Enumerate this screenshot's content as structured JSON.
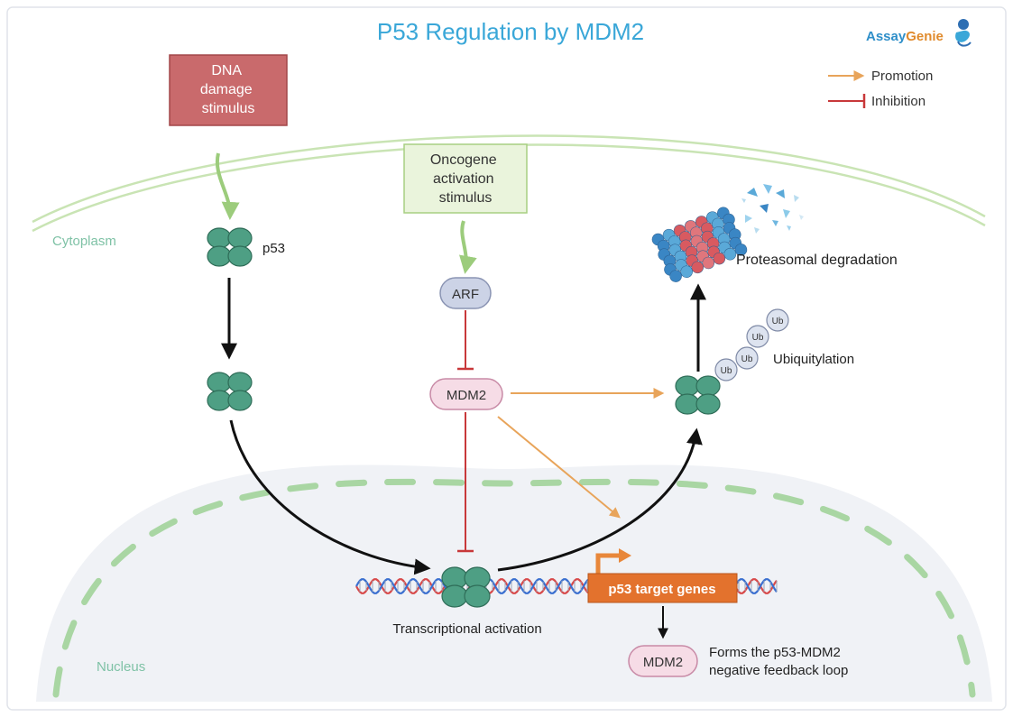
{
  "title": "P53 Regulation by MDM2",
  "brand": {
    "prefix": "Assay",
    "suffix": "Genie"
  },
  "legend": {
    "promotion": "Promotion",
    "inhibition": "Inhibition"
  },
  "compartments": {
    "cytoplasm": "Cytoplasm",
    "nucleus": "Nucleus"
  },
  "stimuli": {
    "dna_damage": [
      "DNA",
      "damage",
      "stimulus"
    ],
    "oncogene": [
      "Oncogene",
      "activation",
      "stimulus"
    ]
  },
  "proteins": {
    "p53": "p53",
    "arf": "ARF",
    "mdm2": "MDM2",
    "mdm2_feedback": "MDM2",
    "ubiquitin": "Ub"
  },
  "processes": {
    "proteasomal_degradation": "Proteasomal degradation",
    "ubiquitylation": "Ubiquitylation",
    "transcriptional_activation": "Transcriptional activation",
    "target_genes": "p53 target genes",
    "feedback_loop": [
      "Forms the p53-MDM2",
      "negative feedback loop"
    ]
  },
  "colors": {
    "title": "#3aa7d8",
    "promotion": "#e8a45a",
    "inhibition": "#c8383a",
    "flow_arrow": "#111111",
    "membrane": "#c9e4b4",
    "nucleus_envelope": "#a9d6a3",
    "nucleus_fill": "#f0f2f6",
    "p53": "#4e9f84",
    "dna_damage_fill": "#c96a6c",
    "oncogene_fill": "#eaf4dc",
    "arf_fill": "#ccd3e6",
    "mdm2_fill": "#f6dce6",
    "target_genes_fill": "#e3722d",
    "ubiquitin_fill": "#dde3ef"
  }
}
